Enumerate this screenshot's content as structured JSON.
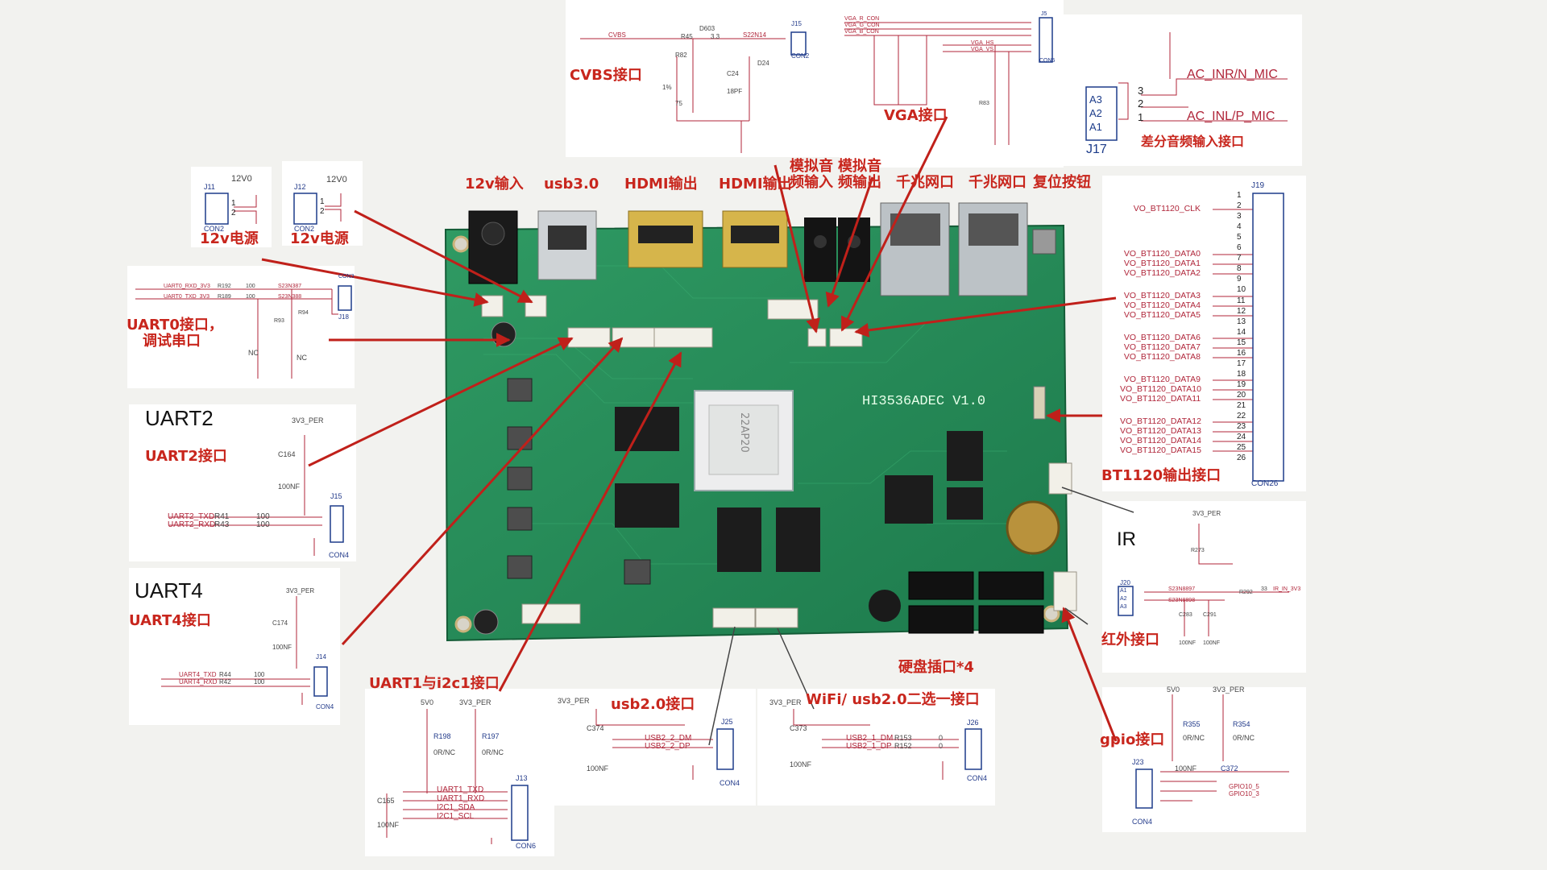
{
  "board": {
    "silk": "HI3536ADEC V1.0",
    "soc_mark": "22AP20"
  },
  "callouts": {
    "v12_in": "12v输入",
    "usb30": "usb3.0",
    "hdmi_out_1": "HDMI输出",
    "hdmi_out_2": "HDMI输出",
    "audio_in_1": "模拟音",
    "audio_in_2": "频输入",
    "audio_out_1": "模拟音",
    "audio_out_2": "频输出",
    "gbe_1": "千兆网口",
    "gbe_2": "千兆网口",
    "reset": "复位按钮",
    "cvbs": "CVBS接口",
    "vga": "VGA接口",
    "diff_audio": "差分音频输入接口",
    "power_12v_1": "12v电源",
    "power_12v_2": "12v电源",
    "uart0_1": "UART0接口，",
    "uart0_2": "调试串口",
    "uart2": "UART2接口",
    "uart4": "UART4接口",
    "uart1_i2c1": "UART1与i2c1接口",
    "usb20": "usb2.0接口",
    "wifi_usb": "WiFi/ usb2.0二选一接口",
    "sata": "硬盘插口*4",
    "ir": "红外接口",
    "gpio": "gpio接口",
    "bt1120": "BT1120输出接口"
  },
  "headings": {
    "uart2": "UART2",
    "uart4": "UART4",
    "ir": "IR"
  },
  "schematics": {
    "j11": {
      "ref": "J11",
      "part": "CON2",
      "net": "12V0",
      "pins": [
        "1",
        "2"
      ]
    },
    "j12": {
      "ref": "J12",
      "part": "CON2",
      "net": "12V0",
      "pins": [
        "1",
        "2"
      ]
    },
    "uart0": {
      "tx": "UART0_RXD_3V3",
      "rx": "UART0_TXD_3V3",
      "r1": "R192",
      "r2": "R189",
      "val": "100",
      "tvs1": "S23N387",
      "tvs2": "S23N388",
      "ref": "J18",
      "part": "CON3",
      "nc1": "NC",
      "nc2": "NC",
      "r3": "R93",
      "r4": "R94"
    },
    "uart2": {
      "pwr": "3V3_PER",
      "cap": "C164",
      "cap_val": "100NF",
      "tx": "UART2_TXD",
      "rx": "UART2_RXD",
      "r1": "R41",
      "r2": "R43",
      "val": "100",
      "ref": "J15",
      "part": "CON4"
    },
    "uart4": {
      "pwr": "3V3_PER",
      "cap": "C174",
      "cap_val": "100NF",
      "tx": "UART4_TXD",
      "rx": "UART4_RXD",
      "r1": "R44",
      "r2": "R42",
      "val": "100",
      "ref": "J14",
      "part": "CON4"
    },
    "uart1": {
      "pwr1": "5V0",
      "pwr2": "3V3_PER",
      "r1": "R198",
      "r2": "R197",
      "r1v": "0R/NC",
      "r2v": "0R/NC",
      "cap": "C165",
      "cap_val": "100NF",
      "signals": [
        "UART1_TXD",
        "UART1_RXD",
        "I2C1_SDA",
        "I2C1_SCL"
      ],
      "ref": "J13",
      "part": "CON6"
    },
    "usb2": {
      "pwr": "3V3_PER",
      "cap": "C374",
      "cap_val": "100NF",
      "dm": "USB2_2_DM",
      "dp": "USB2_2_DP",
      "ref": "J25",
      "part": "CON4"
    },
    "wifi": {
      "pwr": "3V3_PER",
      "cap": "C373",
      "cap_val": "100NF",
      "dm": "USB2_1_DM",
      "dp": "USB2_1_DP",
      "r1": "R153",
      "r2": "R152",
      "val": "0",
      "ref": "J26",
      "part": "CON4"
    },
    "cvbs": {
      "net": "CVBS",
      "r1": "R45",
      "d": "D603",
      "val": "3.3",
      "tvs": "S22N14",
      "ref": "J15",
      "part": "CON2",
      "r2": "R82",
      "r2v": "75",
      "pct": "1%",
      "c": "C24",
      "cv": "18PF",
      "d2": "D24"
    },
    "vga": {
      "sigs": [
        "VGA_R_CON",
        "VGA_G_CON",
        "VGA_B_CON"
      ],
      "hs": "VGA_HS",
      "vs": "VGA_VS",
      "ref": "J5",
      "part": "CON5",
      "r": "R83"
    },
    "diff": {
      "ref": "J17",
      "pins": [
        "A3",
        "A2",
        "A1"
      ],
      "nums": [
        "3",
        "2",
        "1"
      ],
      "n": "AC_INR/N_MIC",
      "p": "AC_INL/P_MIC"
    },
    "bt1120": {
      "ref": "J19",
      "part": "CON26",
      "signals": [
        "VO_BT1120_CLK",
        "VO_BT1120_DATA0",
        "VO_BT1120_DATA1",
        "VO_BT1120_DATA2",
        "VO_BT1120_DATA3",
        "VO_BT1120_DATA4",
        "VO_BT1120_DATA5",
        "VO_BT1120_DATA6",
        "VO_BT1120_DATA7",
        "VO_BT1120_DATA8",
        "VO_BT1120_DATA9",
        "VO_BT1120_DATA10",
        "VO_BT1120_DATA11",
        "VO_BT1120_DATA12",
        "VO_BT1120_DATA13",
        "VO_BT1120_DATA14",
        "VO_BT1120_DATA15"
      ]
    },
    "ir": {
      "pwr": "3V3_PER",
      "ref": "J20",
      "pins": [
        "A1",
        "A2",
        "A3"
      ],
      "r1": "R273",
      "r2": "R292",
      "val": "33",
      "net": "IR_IN_3V3",
      "tvs1": "S23N8897",
      "tvs2": "S23N8898",
      "c1": "C283",
      "c2": "C291",
      "cval": "100NF"
    },
    "gpio": {
      "pwr1": "5V0",
      "pwr2": "3V3_PER",
      "r1": "R355",
      "r2": "R354",
      "rv": "0R/NC",
      "c": "C372",
      "cval": "100NF",
      "g1": "GPIO10_5",
      "g2": "GPIO10_3",
      "ref": "J23",
      "part": "CON4"
    }
  }
}
